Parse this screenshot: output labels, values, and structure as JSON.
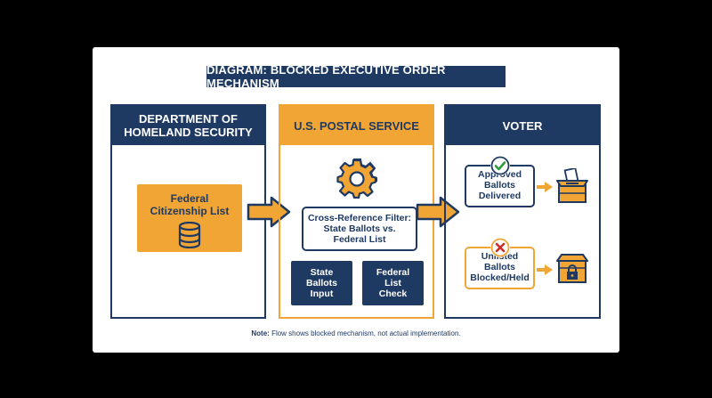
{
  "title": "DIAGRAM: BLOCKED EXECUTIVE ORDER MECHANISM",
  "columns": {
    "dhs": {
      "heading": "DEPARTMENT OF\nHOMELAND SECURITY",
      "list_label": "Federal\nCitizenship List"
    },
    "usps": {
      "heading": "U.S. POSTAL SERVICE",
      "filter_label": "Cross-Reference Filter:\nState Ballots vs.\nFederal List",
      "state_input_label": "State\nBallots\nInput",
      "federal_check_label": "Federal\nList\nCheck"
    },
    "voter": {
      "heading": "VOTER",
      "approved_label": "Approved\nBallots\nDelivered",
      "blocked_label": "Unlisted\nBallots\nBlocked/Held"
    }
  },
  "note": {
    "prefix": "Note:",
    "text": " Flow shows blocked mechanism, not actual implementation."
  },
  "colors": {
    "navy": "#1e3a63",
    "orange": "#f0a535",
    "check_green": "#2e9a3e",
    "cross_red": "#d12a2a"
  },
  "icons": [
    "database-icon",
    "gear-icon",
    "check-icon",
    "cross-icon",
    "ballot-box-icon",
    "locked-box-icon",
    "arrow-right-icon"
  ]
}
